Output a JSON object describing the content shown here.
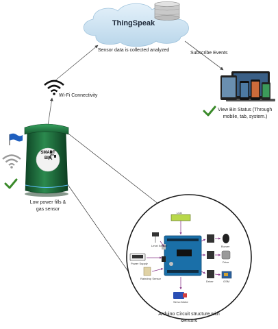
{
  "cloud": {
    "title": "ThingSpeak",
    "caption": "Sensor data is collected analyzed"
  },
  "edges": {
    "subscribe": "Subscribe Events",
    "wifi": "Wi-Fi Connectivity"
  },
  "devices": {
    "caption_line1": "View Bin Status (Through",
    "caption_line2": "mobile, tab, system.)"
  },
  "bin": {
    "logo_line1": "SMART",
    "logo_line2": "BIN",
    "caption_line1": "Low power fills &",
    "caption_line2": "gas sensor"
  },
  "circuit": {
    "caption_line1": "Arduino Circuit structure with",
    "caption_line2": "sensors",
    "lcd_label": "LCD",
    "parts": {
      "level_sensor": "Level Sensor",
      "power_supply": "Power Supply",
      "rain_sensor": "Raindrop Sensor",
      "servo": "Servo Motor",
      "buzzer": "Buzzer",
      "dc_motor": "Drive",
      "driver": "Driver",
      "gsm": "GSM"
    }
  },
  "colors": {
    "cloud": "#cfe4f2",
    "bin_green": "#1e6b3c",
    "arduino_blue": "#1a6fa8",
    "check_green": "#3a8a2a",
    "flag_blue": "#1f5fbf"
  }
}
